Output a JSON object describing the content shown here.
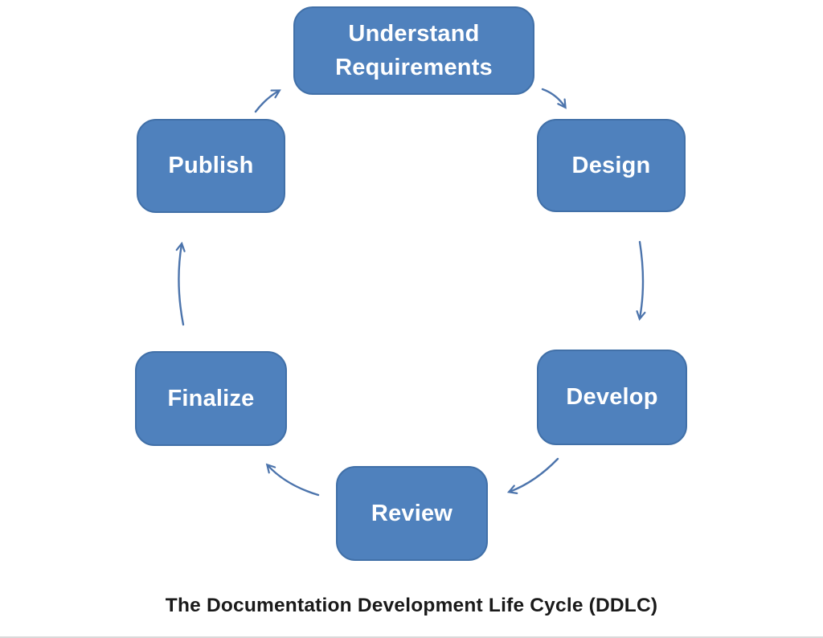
{
  "title": "The Documentation Development Life Cycle (DDLC)",
  "colors": {
    "box_fill": "#4F81BD",
    "box_border": "#4170A8",
    "box_text": "#FFFFFF",
    "arrow": "#4C74AC",
    "title_text": "#1A1A1A",
    "bottom_rule": "#D9D9D9"
  },
  "diagram": {
    "type": "cycle",
    "nodes": [
      {
        "id": "understand-requirements",
        "label": "Understand Requirements"
      },
      {
        "id": "design",
        "label": "Design"
      },
      {
        "id": "develop",
        "label": "Develop"
      },
      {
        "id": "review",
        "label": "Review"
      },
      {
        "id": "finalize",
        "label": "Finalize"
      },
      {
        "id": "publish",
        "label": "Publish"
      }
    ],
    "edges": [
      {
        "from": "understand-requirements",
        "to": "design"
      },
      {
        "from": "design",
        "to": "develop"
      },
      {
        "from": "develop",
        "to": "review"
      },
      {
        "from": "review",
        "to": "finalize"
      },
      {
        "from": "finalize",
        "to": "publish"
      },
      {
        "from": "publish",
        "to": "understand-requirements"
      }
    ]
  }
}
